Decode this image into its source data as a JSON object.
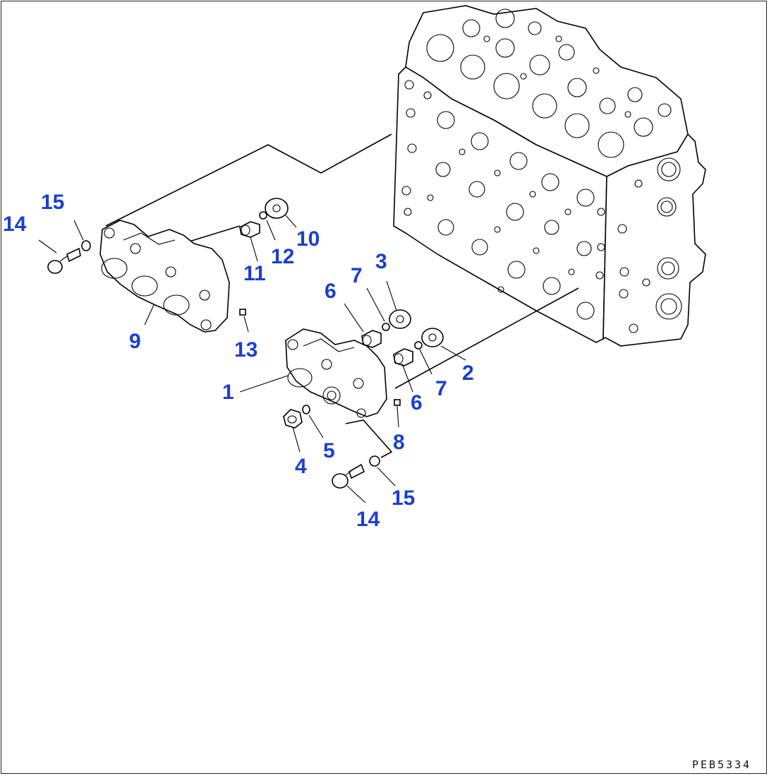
{
  "diagram": {
    "drawing_id": "PEB5334",
    "callouts": [
      "1",
      "2",
      "3",
      "4",
      "5",
      "6",
      "6",
      "7",
      "7",
      "8",
      "9",
      "10",
      "11",
      "12",
      "13",
      "14",
      "14",
      "15",
      "15"
    ]
  }
}
